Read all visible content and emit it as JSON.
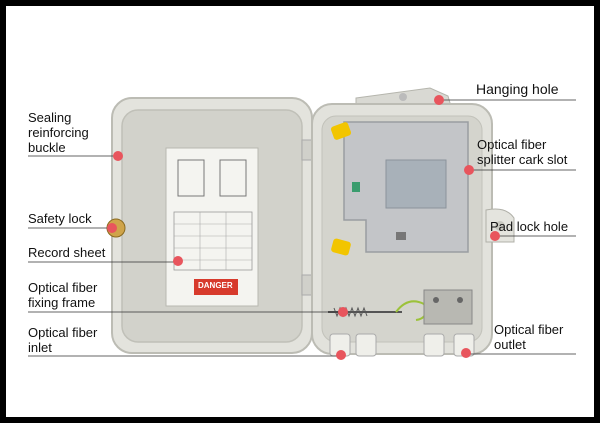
{
  "labels": {
    "sealing": "Sealing\nreinforcing\nbuckle",
    "safety_lock": "Safety lock",
    "record_sheet": "Record sheet",
    "fixing_frame": "Optical fiber\nfixing frame",
    "inlet": "Optical fiber\ninlet",
    "hanging_hole": "Hanging hole",
    "splitter_slot": "Optical fiber\nsplitter cark slot",
    "pad_lock": "Pad lock hole",
    "outlet": "Optical fiber\noutlet"
  },
  "sticker": {
    "warning": "DANGER"
  },
  "colors": {
    "marker": "#e8555d",
    "body": "#dcdcd6",
    "inner": "#c9c9c2",
    "tray": "#b9bcc0",
    "clip": "#f2c500"
  }
}
